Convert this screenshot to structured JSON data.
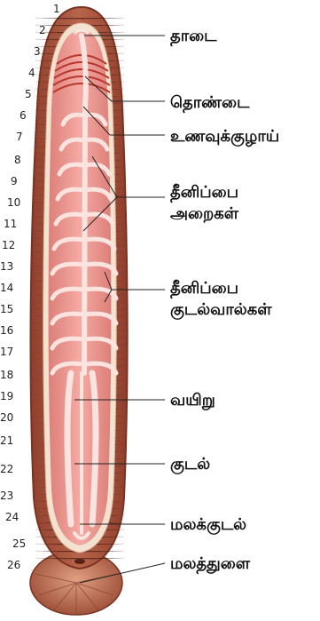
{
  "segments": [
    "1",
    "2",
    "3",
    "4",
    "5",
    "6",
    "7",
    "8",
    "9",
    "10",
    "11",
    "12",
    "13",
    "14",
    "15",
    "16",
    "17",
    "18",
    "19",
    "20",
    "21",
    "22",
    "23",
    "24",
    "25",
    "26"
  ],
  "labels": {
    "mouth": "தாடை",
    "pharynx": "தொண்டை",
    "oesophagus": "உணவுக்குழாய்",
    "crop_chambers_line1": "தீனிப்பை",
    "crop_chambers_line2": "அறைகள்",
    "crop_caeca_line1": "தீனிப்பை",
    "crop_caeca_line2": "குடல்வால்கள்",
    "stomach": "வயிறு",
    "intestine": "குடல்",
    "rectum": "மலக்குடல்",
    "anus": "மலத்துளை"
  },
  "colors": {
    "body_wall": "#a8533e",
    "body_outline": "#7a3322",
    "inner_cream": "#f3e2cf",
    "gut_fill": "#e9958f",
    "gut_light": "#fbe3df",
    "pharynx_muscle": "#b8372d",
    "sucker": "#c57a5c"
  }
}
